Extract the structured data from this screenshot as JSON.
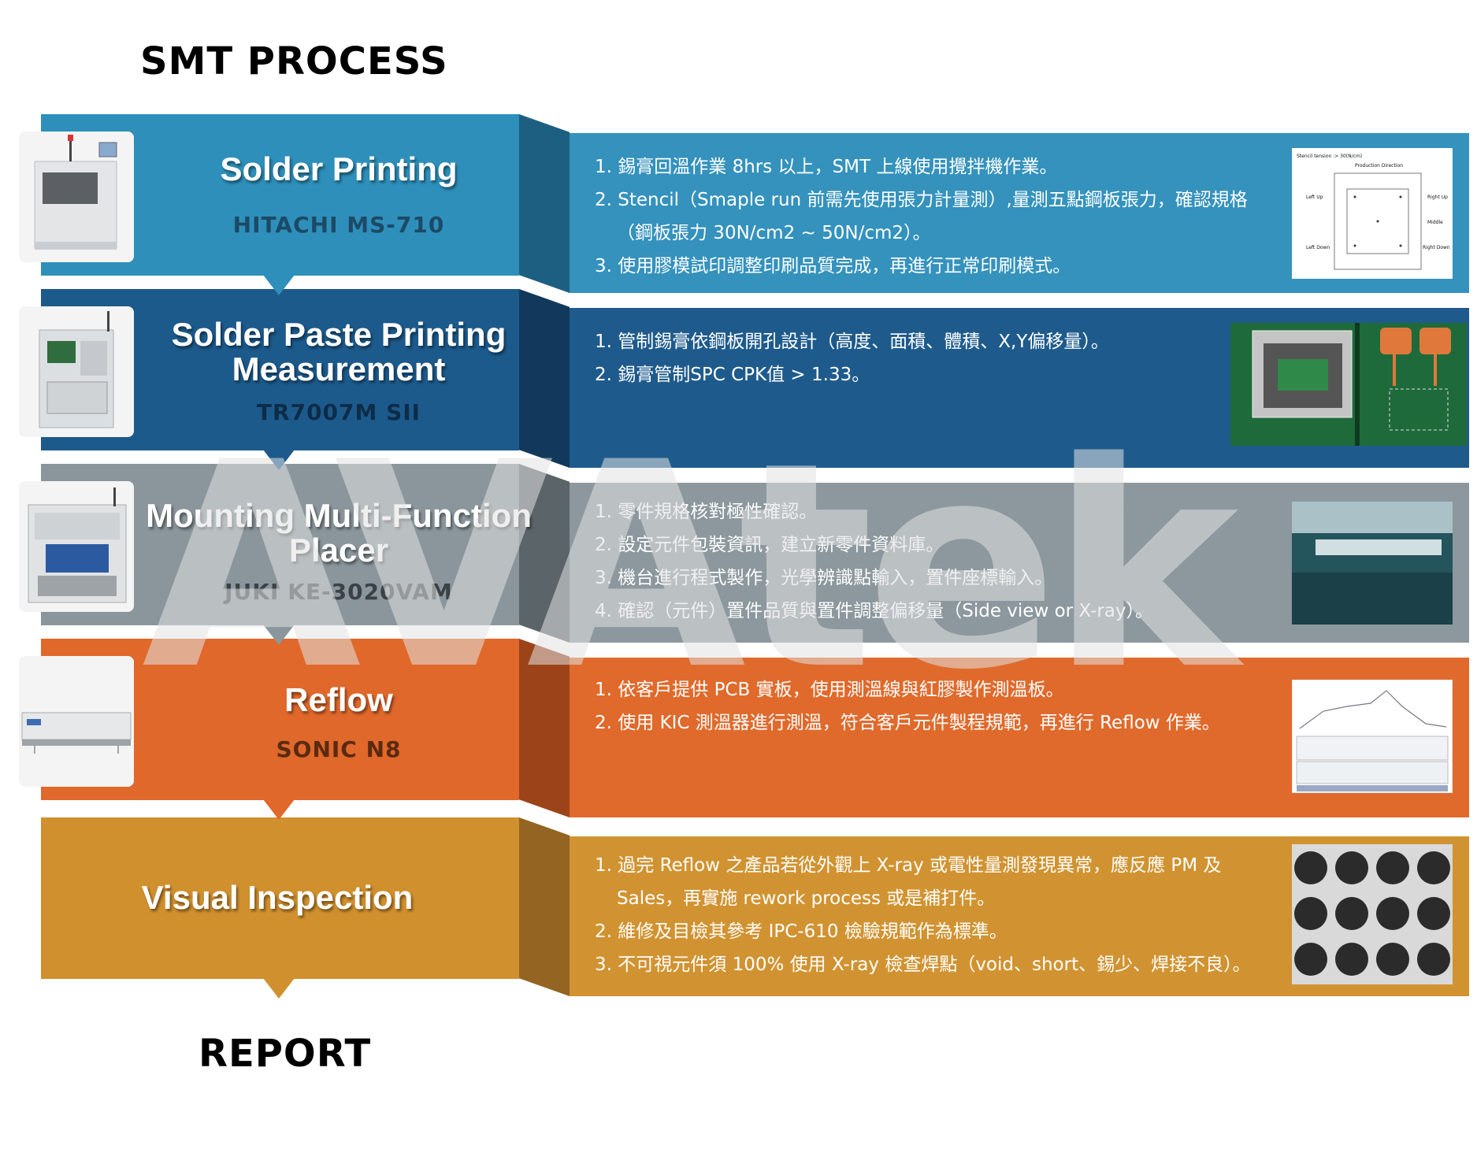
{
  "title": "SMT PROCESS",
  "footer": "REPORT",
  "watermark": "AVAtek",
  "stages": [
    {
      "name": "Solder Printing",
      "machine": "HITACHI MS-710",
      "steps": [
        "1. 錫膏回溫作業 8hrs 以上，SMT 上線使用攪拌機作業。",
        "2. Stencil（Smaple run 前需先使用張力計量測）,量測五點鋼板張力，確認規格（鋼板張力 30N/cm2 ~ 50N/cm2）。",
        "3. 使用膠模試印調整印刷品質完成，再進行正常印刷模式。"
      ],
      "diagram": {
        "header": "Stencil tension :> 30(N/cm)",
        "direction": "Production Direction",
        "points": [
          "Left Up",
          "Right Up",
          "Middle",
          "Left Down",
          "Right Down"
        ]
      },
      "colors": {
        "left": "#2e8fbb",
        "fold": "#1d5f80",
        "right": "#3492bd",
        "machine": "#1c4a66"
      }
    },
    {
      "name": "Solder Paste Printing Measurement",
      "machine": "TR7007M SII",
      "steps": [
        "1. 管制錫膏依鋼板開孔設計（高度、面積、體積、X,Y偏移量）。",
        "2. 錫膏管制SPC CPK值 > 1.33。"
      ],
      "colors": {
        "left": "#1c5a8c",
        "fold": "#12395b",
        "right": "#1e5b8c",
        "machine": "#0d2c47"
      }
    },
    {
      "name": "Mounting Multi-Function Placer",
      "machine": "JUKI KE-3020VAM",
      "steps": [
        "1. 零件規格核對極性確認。",
        "2. 設定元件包裝資訊，建立新零件資料庫。",
        "3. 機台進行程式製作，光學辨識點輸入，置件座標輸入。",
        "4. 確認（元件）置件品質與置件調整偏移量（Side view or X-ray）。"
      ],
      "colors": {
        "left": "#8a969c",
        "fold": "#5b6469",
        "right": "#8c989e",
        "machine": "#3b4246"
      }
    },
    {
      "name": "Reflow",
      "machine": "SONIC N8",
      "steps": [
        "1. 依客戶提供 PCB 實板，使用測溫線與紅膠製作測溫板。",
        "2. 使用 KIC 測溫器進行測溫，符合客戶元件製程規範，再進行 Reflow 作業。"
      ],
      "colors": {
        "left": "#e0682b",
        "fold": "#9c431a",
        "right": "#e06a2c",
        "machine": "#5a2a10"
      }
    },
    {
      "name": "Visual Inspection",
      "machine": "",
      "steps": [
        "1. 過完 Reflow 之產品若從外觀上 X-ray 或電性量測發現異常，應反應 PM 及 Sales，再實施 rework process 或是補打件。",
        "2. 維修及目檢其參考 IPC-610 檢驗規範作為標準。",
        "3. 不可視元件須 100% 使用 X-ray 檢查焊點（void、short、錫少、焊接不良）。"
      ],
      "colors": {
        "left": "#d0902e",
        "fold": "#936422",
        "right": "#d19331",
        "machine": "#5a3d12"
      }
    }
  ]
}
